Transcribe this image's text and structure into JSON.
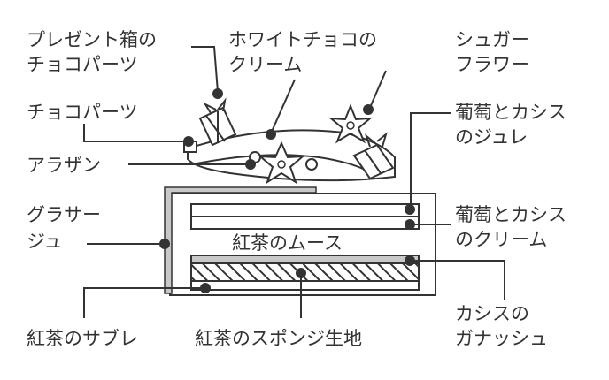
{
  "labels": {
    "present_box": [
      "プレゼント箱の",
      "チョコパーツ"
    ],
    "white_choco": [
      "ホワイトチョコの",
      "クリーム"
    ],
    "sugar_flower": [
      "シュガー",
      "フラワー"
    ],
    "choco_parts": [
      "チョコパーツ"
    ],
    "grape_cassis_jelly": [
      "葡萄とカシス",
      "のジュレ"
    ],
    "arazan": [
      "アラザン"
    ],
    "grasage": [
      "グラサー",
      "ジュ"
    ],
    "grape_cassis_cream": [
      "葡萄とカシス",
      "のクリーム"
    ],
    "tea_mousse": [
      "紅茶のムース"
    ],
    "cassis_ganache": [
      "カシスの",
      "ガナッシュ"
    ],
    "tea_sable": [
      "紅茶のサブレ"
    ],
    "tea_sponge": [
      "紅茶のスポンジ生地"
    ]
  },
  "colors": {
    "ink": "#333333",
    "glaze": "#c8c8c8",
    "background": "#ffffff"
  }
}
